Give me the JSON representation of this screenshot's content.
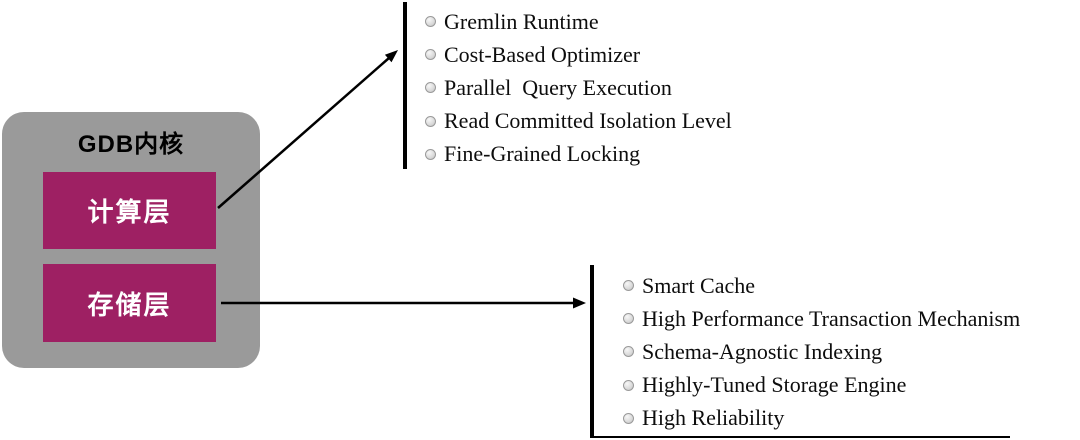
{
  "kernel": {
    "title": "GDB内核",
    "compute_label": "计算层",
    "storage_label": "存储层"
  },
  "features": {
    "compute": [
      "Gremlin Runtime",
      "Cost-Based Optimizer",
      "Parallel  Query Execution",
      "Read Committed Isolation Level",
      "Fine-Grained Locking"
    ],
    "storage": [
      "Smart Cache",
      "High Performance Transaction Mechanism",
      "Schema-Agnostic Indexing",
      "Highly-Tuned Storage Engine",
      "High Reliability"
    ]
  },
  "icons": {
    "bullet": "sphere-bullet-icon",
    "arrow": "arrow-right-icon"
  },
  "colors": {
    "kernel_gray": "#9a9a9a",
    "layer_magenta": "#9e2063",
    "line_black": "#000000",
    "feature_text": "#0d0d0d"
  }
}
